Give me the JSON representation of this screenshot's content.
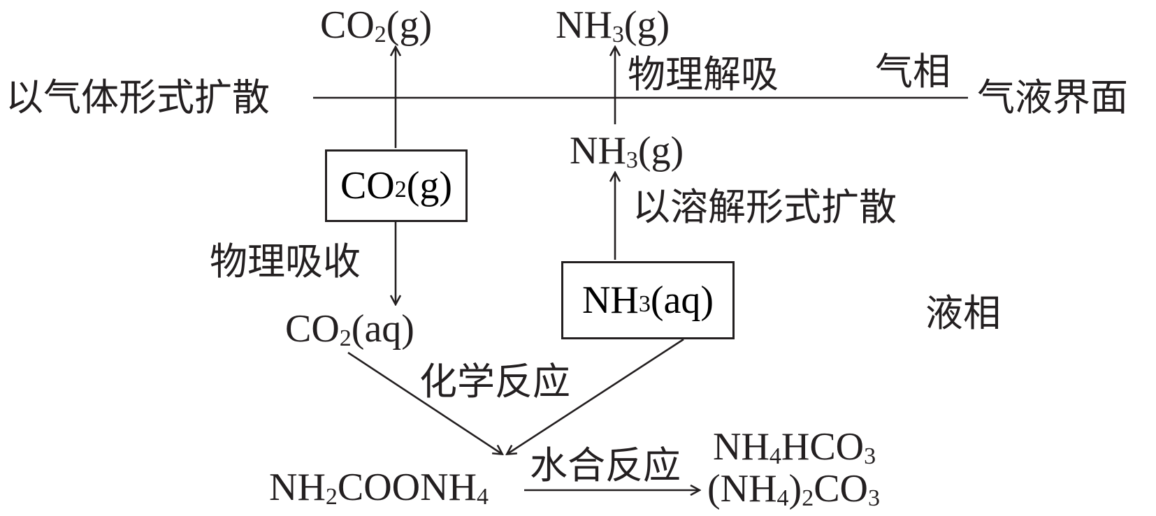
{
  "gas_side": {
    "co2_gas_top": {
      "main": "CO",
      "sub": "2",
      "tail": "(g)"
    },
    "nh3_gas_top": {
      "main": "NH",
      "sub": "3",
      "tail": "(g)"
    },
    "physical_desorption": "物理解吸",
    "gas_phase": "气相",
    "gas_diffusion": "以气体形式扩散",
    "interface": "气液界面"
  },
  "liquid_side": {
    "co2_gas_box": {
      "main": "CO",
      "sub": "2",
      "tail": "(g)"
    },
    "nh3_gas_mid": {
      "main": "NH",
      "sub": "3",
      "tail": "(g)"
    },
    "dissolved_diffusion": "以溶解形式扩散",
    "physical_absorption": "物理吸收",
    "co2_aq": {
      "main": "CO",
      "sub": "2",
      "tail": "(aq)"
    },
    "nh3_aq_box": {
      "main": "NH",
      "sub": "3",
      "tail": "(aq)"
    },
    "liquid_phase": "液相",
    "chemical_reaction": "化学反应",
    "carbamate": {
      "a": "NH",
      "a_sub": "2",
      "b": "COONH",
      "b_sub": "4"
    },
    "hydration_reaction": "水合反应",
    "bicarbonate": {
      "a": "NH",
      "a_sub": "4",
      "b": "HCO",
      "b_sub": "3"
    },
    "carbonate": {
      "a": "(NH",
      "a_sub": "4",
      "b": ")",
      "b_sub": "2",
      "c": "CO",
      "c_sub": "3"
    }
  }
}
